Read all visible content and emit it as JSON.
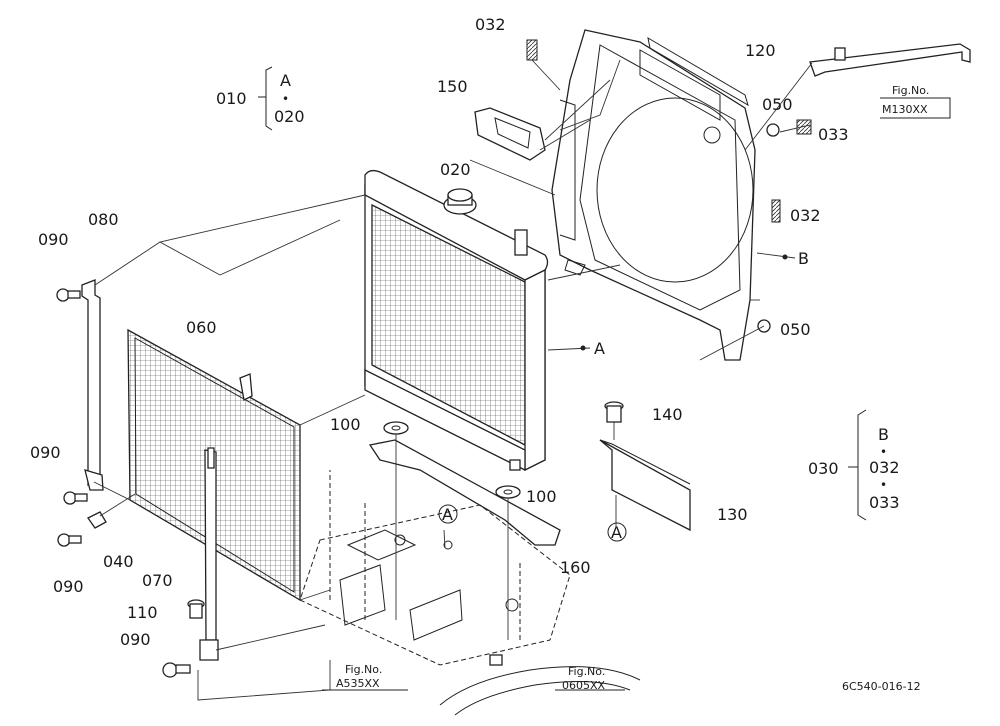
{
  "labels": {
    "p010": "010",
    "p020_top": "020",
    "p020": "020",
    "p030": "030",
    "p032_a": "032",
    "p032_b": "032",
    "p032_c": "032",
    "p033_a": "033",
    "p033_b": "033",
    "p040": "040",
    "p050_a": "050",
    "p050_b": "050",
    "p060": "060",
    "p070": "070",
    "p080": "080",
    "p090_a": "090",
    "p090_b": "090",
    "p090_c": "090",
    "p090_d": "090",
    "p100_a": "100",
    "p100_b": "100",
    "p110": "110",
    "p120": "120",
    "p130": "130",
    "p140": "140",
    "p150": "150",
    "p160": "160"
  },
  "letters": {
    "A_group": "A",
    "B_group": "B",
    "A_ref": "A",
    "B_ref": "B",
    "A_circle_1": "A",
    "A_circle_2": "A",
    "dot1": "•",
    "dot2": "•",
    "dot3": "•"
  },
  "fig_refs": {
    "m130_title": "Fig.No.",
    "m130_code": "M130XX",
    "a535_title": "Fig.No.",
    "a535_code": "A535XX",
    "o605_title": "Fig.No.",
    "o605_code": "0605XX"
  },
  "drawing_code": "6C540-016-12"
}
